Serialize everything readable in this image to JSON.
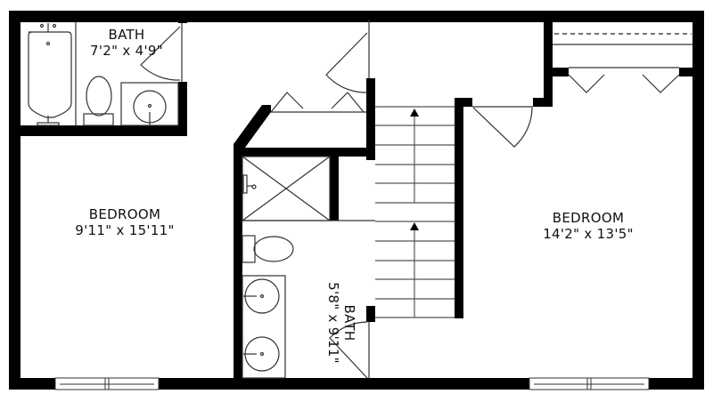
{
  "floorplan": {
    "rooms": [
      {
        "id": "bath1",
        "name": "BATH",
        "dimensions": "7'2\" x 4'9\""
      },
      {
        "id": "bedroom1",
        "name": "BEDROOM",
        "dimensions": "9'11\" x 15'11\""
      },
      {
        "id": "bath2",
        "name": "BATH",
        "dimensions": "5'8\" x 9'11\""
      },
      {
        "id": "bedroom2",
        "name": "BEDROOM",
        "dimensions": "14'2\" x 13'5\""
      }
    ],
    "colors": {
      "wall": "#000000",
      "line": "#333333",
      "background": "#ffffff"
    }
  }
}
